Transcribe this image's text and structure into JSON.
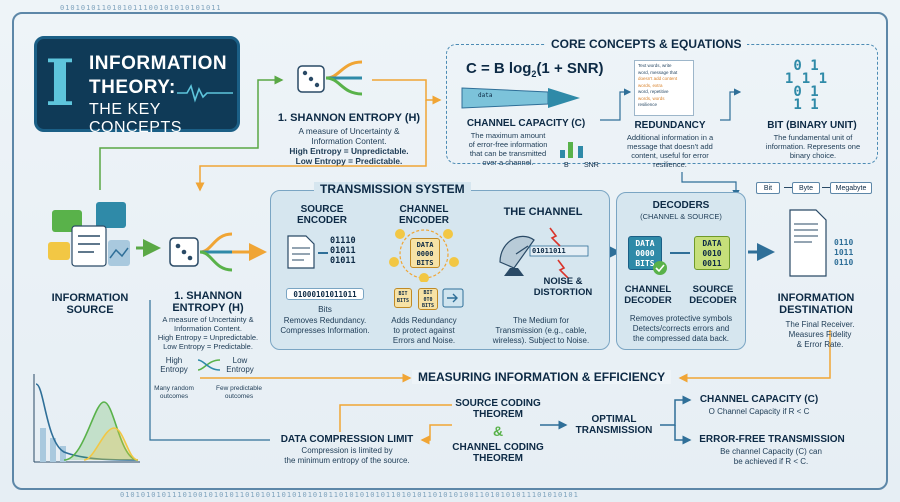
{
  "title": {
    "letter": "I",
    "line1": "INFORMATION",
    "line2": "THEORY:",
    "line3": "THE KEY CONCEPTS"
  },
  "binary": {
    "top": "01010101101010111001010101010110101010",
    "bottom": "0101010101110100101010110101011010101010110101010101101010110101010011010101011101010101"
  },
  "entropy_top": {
    "heading": "1. SHANNON ENTROPY (H)",
    "desc1": "A measure of Uncertainty &",
    "desc2": "Information Content.",
    "bold1": "High Entropy = Unpredictable.",
    "bold2": "Low Entropy = Predictable."
  },
  "core": {
    "heading": "CORE CONCEPTS & EQUATIONS",
    "equation": "C = B log",
    "equation_sub": "2",
    "equation_tail": "(1 + SNR)",
    "pipe_label": "data",
    "capacity_title": "CHANNEL CAPACITY (C)",
    "capacity_desc": [
      "The maximum amount",
      "of error-free information",
      "that can be transmitted",
      "over a channel."
    ],
    "bar_labels": [
      "B",
      "SNR"
    ],
    "redundancy_title": "REDUNDANCY",
    "redundancy_desc": [
      "Additional information in a",
      "message that doesn't add",
      "content, useful for error",
      "resilience."
    ],
    "redundancy_doc": [
      "Text words, write",
      "word, message that",
      "doesn't add content",
      "words, extra",
      "word, repetitive",
      "words, words",
      "resilience"
    ],
    "bit_title": "BIT (BINARY UNIT)",
    "bit_desc": [
      "The fundamental unit of",
      "information. Represents one",
      "binary choice."
    ],
    "bit_digits": [
      "0 1",
      "1 1 1",
      "0 1",
      "1 1"
    ],
    "units": [
      "Bit",
      "Byte",
      "Megabyte"
    ]
  },
  "source": {
    "heading1": "INFORMATION",
    "heading2": "SOURCE"
  },
  "entropy_left": {
    "heading1": "1. SHANNON",
    "heading2": "ENTROPY (H)",
    "desc": [
      "A measure of Uncertainty &",
      "Information Content.",
      "High Entropy = Unpredictable.",
      "Low Entropy = Predictable."
    ],
    "high": "High",
    "high2": "Entropy",
    "low": "Low",
    "low2": "Entropy",
    "high_note": [
      "Many random",
      "outcomes"
    ],
    "low_note": [
      "Few predictable",
      "outcomes"
    ]
  },
  "tx": {
    "heading": "TRANSMISSION SYSTEM",
    "src_enc1": "SOURCE",
    "src_enc2": "ENCODER",
    "src_bits": [
      "01110",
      "01011",
      "01011"
    ],
    "src_stream": "01000101011011",
    "src_bits_label": "Bits",
    "src_desc": [
      "Removes Redundancy.",
      "Compresses Information."
    ],
    "ch_enc1": "CHANNEL",
    "ch_enc2": "ENCODER",
    "ch_chip": [
      "DATA",
      "0000",
      "BITS"
    ],
    "ch_small": [
      [
        "BIT",
        "BITS"
      ],
      [
        "BIT",
        "0T0",
        "BITS"
      ]
    ],
    "ch_desc": [
      "Adds Redundancy",
      "to protect against",
      "Errors and Noise."
    ],
    "channel_title": "THE CHANNEL",
    "channel_stream": "01011011",
    "noise1": "NOISE &",
    "noise2": "DISTORTION",
    "channel_desc": [
      "The Medium for",
      "Transmission (e.g., cable,",
      "wireless). Subject to Noise."
    ]
  },
  "dec": {
    "heading": "DECODERS",
    "sub": "(CHANNEL & SOURCE)",
    "chip1": [
      "DATA",
      "0000",
      "BITS"
    ],
    "chip2": [
      "DATA",
      "0010",
      "0011"
    ],
    "ch_dec1": "CHANNEL",
    "ch_dec2": "DECODER",
    "src_dec1": "SOURCE",
    "src_dec2": "DECODER",
    "desc": [
      "Removes protective symbols",
      "Detects/corrects errors and",
      "the compressed data back."
    ]
  },
  "dest": {
    "heading1": "INFORMATION",
    "heading2": "DESTINATION",
    "doc_bits": [
      "0110",
      "1011",
      "0110"
    ],
    "desc": [
      "The Final Receiver.",
      "Measures Fidelity",
      "& Error Rate."
    ]
  },
  "measuring": {
    "heading": "MEASURING INFORMATION & EFFICIENCY"
  },
  "bottom": {
    "source_coding1": "SOURCE CODING",
    "source_coding2": "THEOREM",
    "amp": "&",
    "channel_coding1": "CHANNEL CODING",
    "channel_coding2": "THEOREM",
    "optimal1": "OPTIMAL",
    "optimal2": "TRANSMISSION",
    "compress_title": "DATA COMPRESSION LIMIT",
    "compress_desc": [
      "Compression is limited by",
      "the minimum entropy of the source."
    ],
    "cap_title": "CHANNEL CAPACITY (C)",
    "cap_desc": "O Channel Capacity if R < C",
    "errfree_title": "ERROR-FREE TRANSMISSION",
    "errfree_desc": [
      "Be channel Capacity (C) can",
      "be achieved if R < C."
    ]
  },
  "colors": {
    "navy": "#0d2a45",
    "teal": "#2f8aa8",
    "green": "#59b24a",
    "orange": "#f2a33a",
    "yellow": "#f2c744"
  }
}
